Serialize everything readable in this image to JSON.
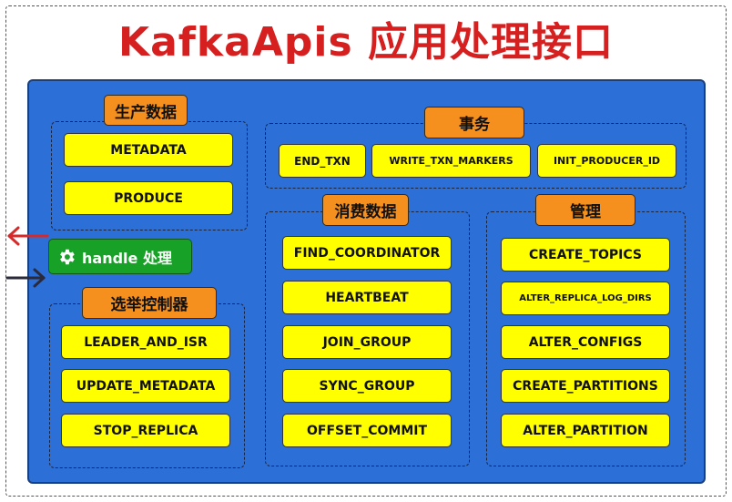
{
  "title": "KafkaApis 应用处理接口",
  "handle": {
    "label": "handle 处理",
    "icon": "gear-icon"
  },
  "groups": {
    "producer": {
      "label": "生产数据",
      "items": [
        "METADATA",
        "PRODUCE"
      ]
    },
    "transaction": {
      "label": "事务",
      "items": [
        "END_TXN",
        "WRITE_TXN_MARKERS",
        "INIT_PRODUCER_ID"
      ]
    },
    "controller": {
      "label": "选举控制器",
      "items": [
        "LEADER_AND_ISR",
        "UPDATE_METADATA",
        "STOP_REPLICA"
      ]
    },
    "consumer": {
      "label": "消费数据",
      "items": [
        "FIND_COORDINATOR",
        "HEARTBEAT",
        "JOIN_GROUP",
        "SYNC_GROUP",
        "OFFSET_COMMIT"
      ]
    },
    "admin": {
      "label": "管理",
      "items": [
        "CREATE_TOPICS",
        "ALTER_REPLICA_LOG_DIRS",
        "ALTER_CONFIGS",
        "CREATE_PARTITIONS",
        "ALTER_PARTITION"
      ]
    }
  },
  "colors": {
    "title": "#d61f1f",
    "panel": "#2c6fd6",
    "label": "#f5901e",
    "api": "#ffff00",
    "handle": "#17a127",
    "arrow_out": "#d62a2a",
    "arrow_in": "#2a2a3a"
  }
}
